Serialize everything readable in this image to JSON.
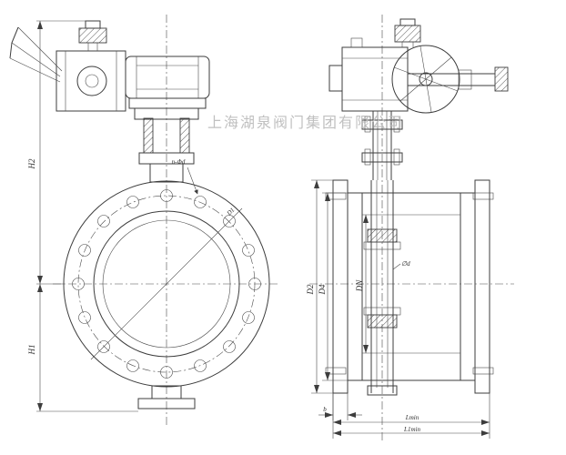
{
  "watermark": "上海湖泉阀门集团有限公司",
  "front_view": {
    "dim_h2": "H2",
    "dim_h1": "H1",
    "dim_d1": "D1",
    "dim_bolt_holes": "n-Φd"
  },
  "side_view": {
    "dim_d2": "D2",
    "dim_d4": "D4",
    "dim_dn": "DN",
    "dim_stem": "∅d",
    "dim_b": "b",
    "dim_l_min": "Lmin",
    "dim_l1_min": "L1min"
  }
}
